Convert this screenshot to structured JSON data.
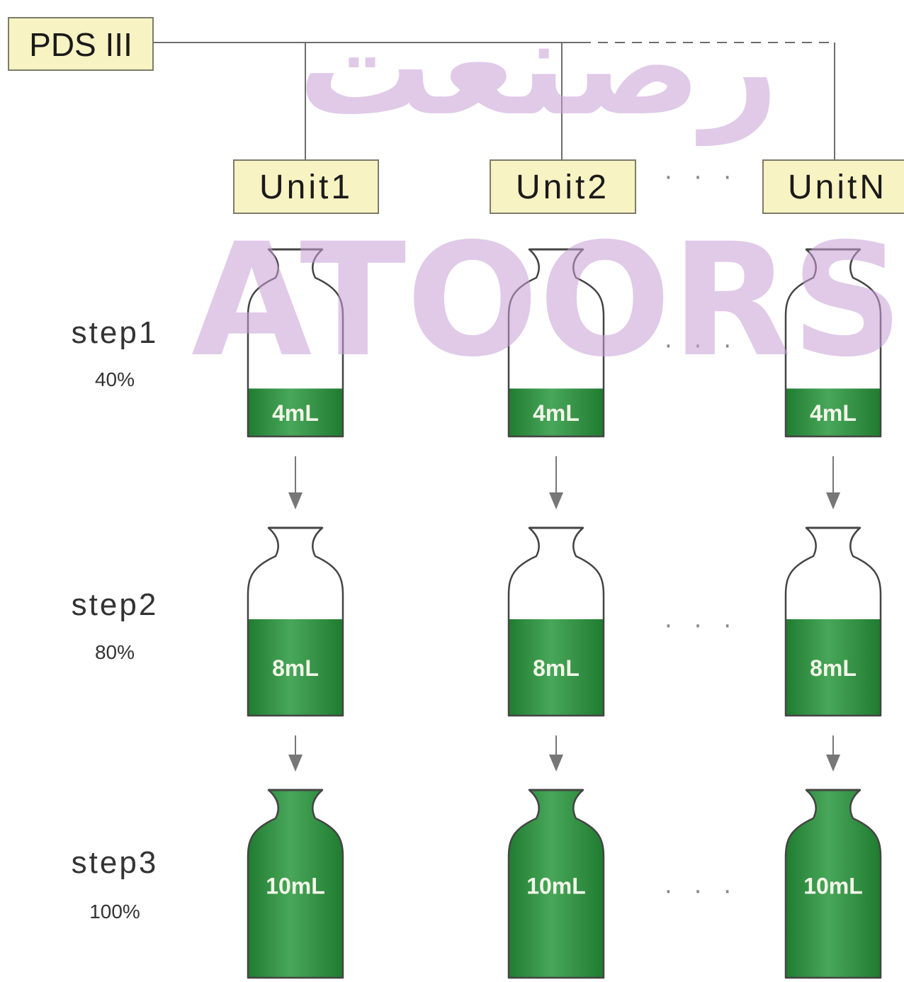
{
  "controller": {
    "label": "PDS III"
  },
  "units": [
    {
      "label": "Unit1"
    },
    {
      "label": "Unit2"
    },
    {
      "label": "UnitN"
    }
  ],
  "ellipsis": "· · ·",
  "steps": [
    {
      "label": "step1",
      "percent_label": "40%",
      "fill_fraction": 0.4,
      "volume_label": "4mL"
    },
    {
      "label": "step2",
      "percent_label": "80%",
      "fill_fraction": 0.8,
      "volume_label": "8mL"
    },
    {
      "label": "step3",
      "percent_label": "100%",
      "fill_fraction": 1.0,
      "volume_label": "10mL"
    }
  ],
  "watermark": {
    "arabic": "رصنعت",
    "latin": "ATOORSAN"
  },
  "colors": {
    "box_fill": "#f8f3c2",
    "box_stroke": "#7c7c6c",
    "line": "#6d6d6d",
    "liquid_dark": "#1f7a2e",
    "liquid_light": "#48a75a",
    "bottle_outline": "#444444",
    "arrow": "#777777"
  }
}
